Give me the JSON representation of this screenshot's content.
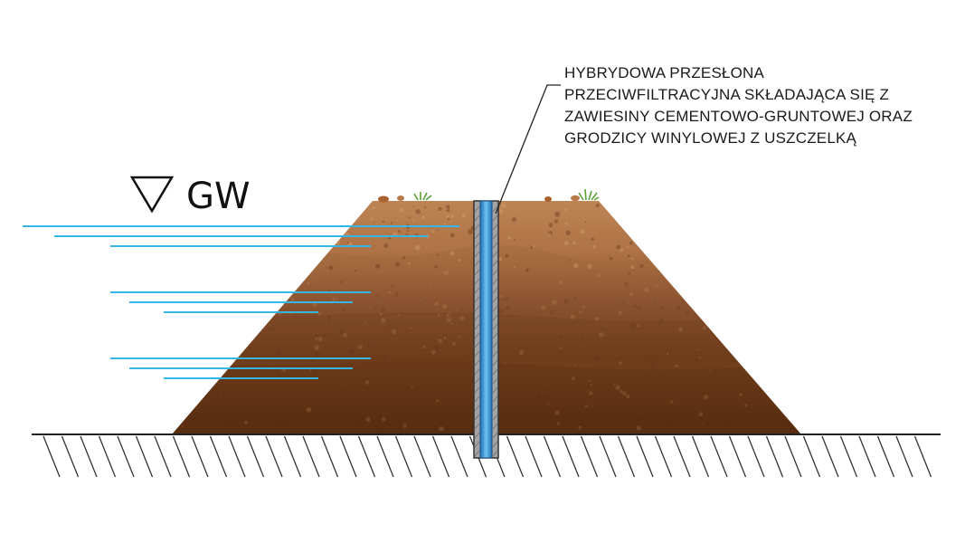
{
  "water_level": {
    "symbol_icon": "inverted-triangle-icon",
    "label": "GW"
  },
  "callout": {
    "lines": [
      "HYBRYDOWA PRZESŁONA",
      "PRZECIWFILTRACYJNA SKŁADAJĄCA SIĘ Z",
      "ZAWIESINY CEMENTOWO-GRUNTOWEJ ORAZ",
      "GRODZICY WINYLOWEJ Z USZCZELKĄ"
    ]
  },
  "colors": {
    "water_line": "#35b6e4",
    "soil_top": "#b97e51",
    "soil_bottom": "#5b2f12",
    "barrier_outer": "#9e9e9e",
    "barrier_core": "#2f8fd6"
  }
}
